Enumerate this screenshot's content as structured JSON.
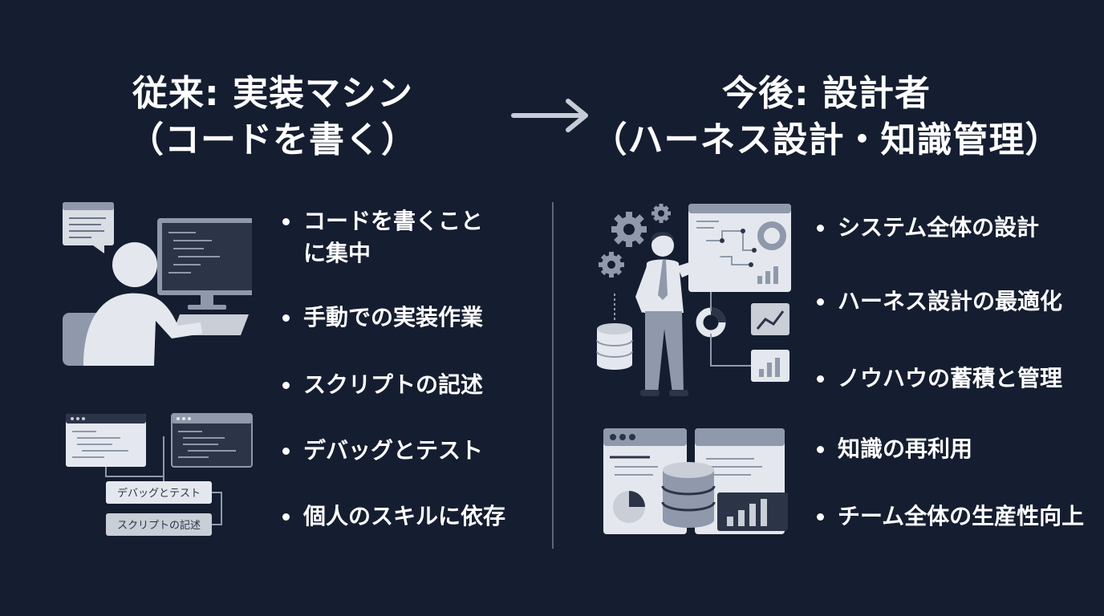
{
  "left": {
    "title_line1": "従来: 実装マシン",
    "title_line2": "（コードを書く）",
    "bullets": [
      "コードを書くこと",
      "に集中",
      "手動での実装作業",
      "スクリプトの記述",
      "デバッグとテスト",
      "個人のスキルに依存"
    ],
    "diagram_labels": {
      "box1": "デバッグとテスト",
      "box2": "スクリプトの記述"
    }
  },
  "right": {
    "title_line1": "今後: 設計者",
    "title_line2": "（ハーネス設計・知識管理）",
    "bullets": [
      "システム全体の設計",
      "ハーネス設計の最適化",
      "ノウハウの蓄積と管理",
      "知識の再利用",
      "チーム全体の生産性向上"
    ]
  },
  "colors": {
    "background": "#151d30",
    "text": "#ffffff",
    "illustration_light": "#e4e8ee",
    "illustration_mid": "#8f99ab",
    "illustration_dark": "#2c3448"
  },
  "icons": [
    "arrow-right-icon",
    "gear-icon",
    "database-icon",
    "monitor-icon",
    "person-icon"
  ]
}
